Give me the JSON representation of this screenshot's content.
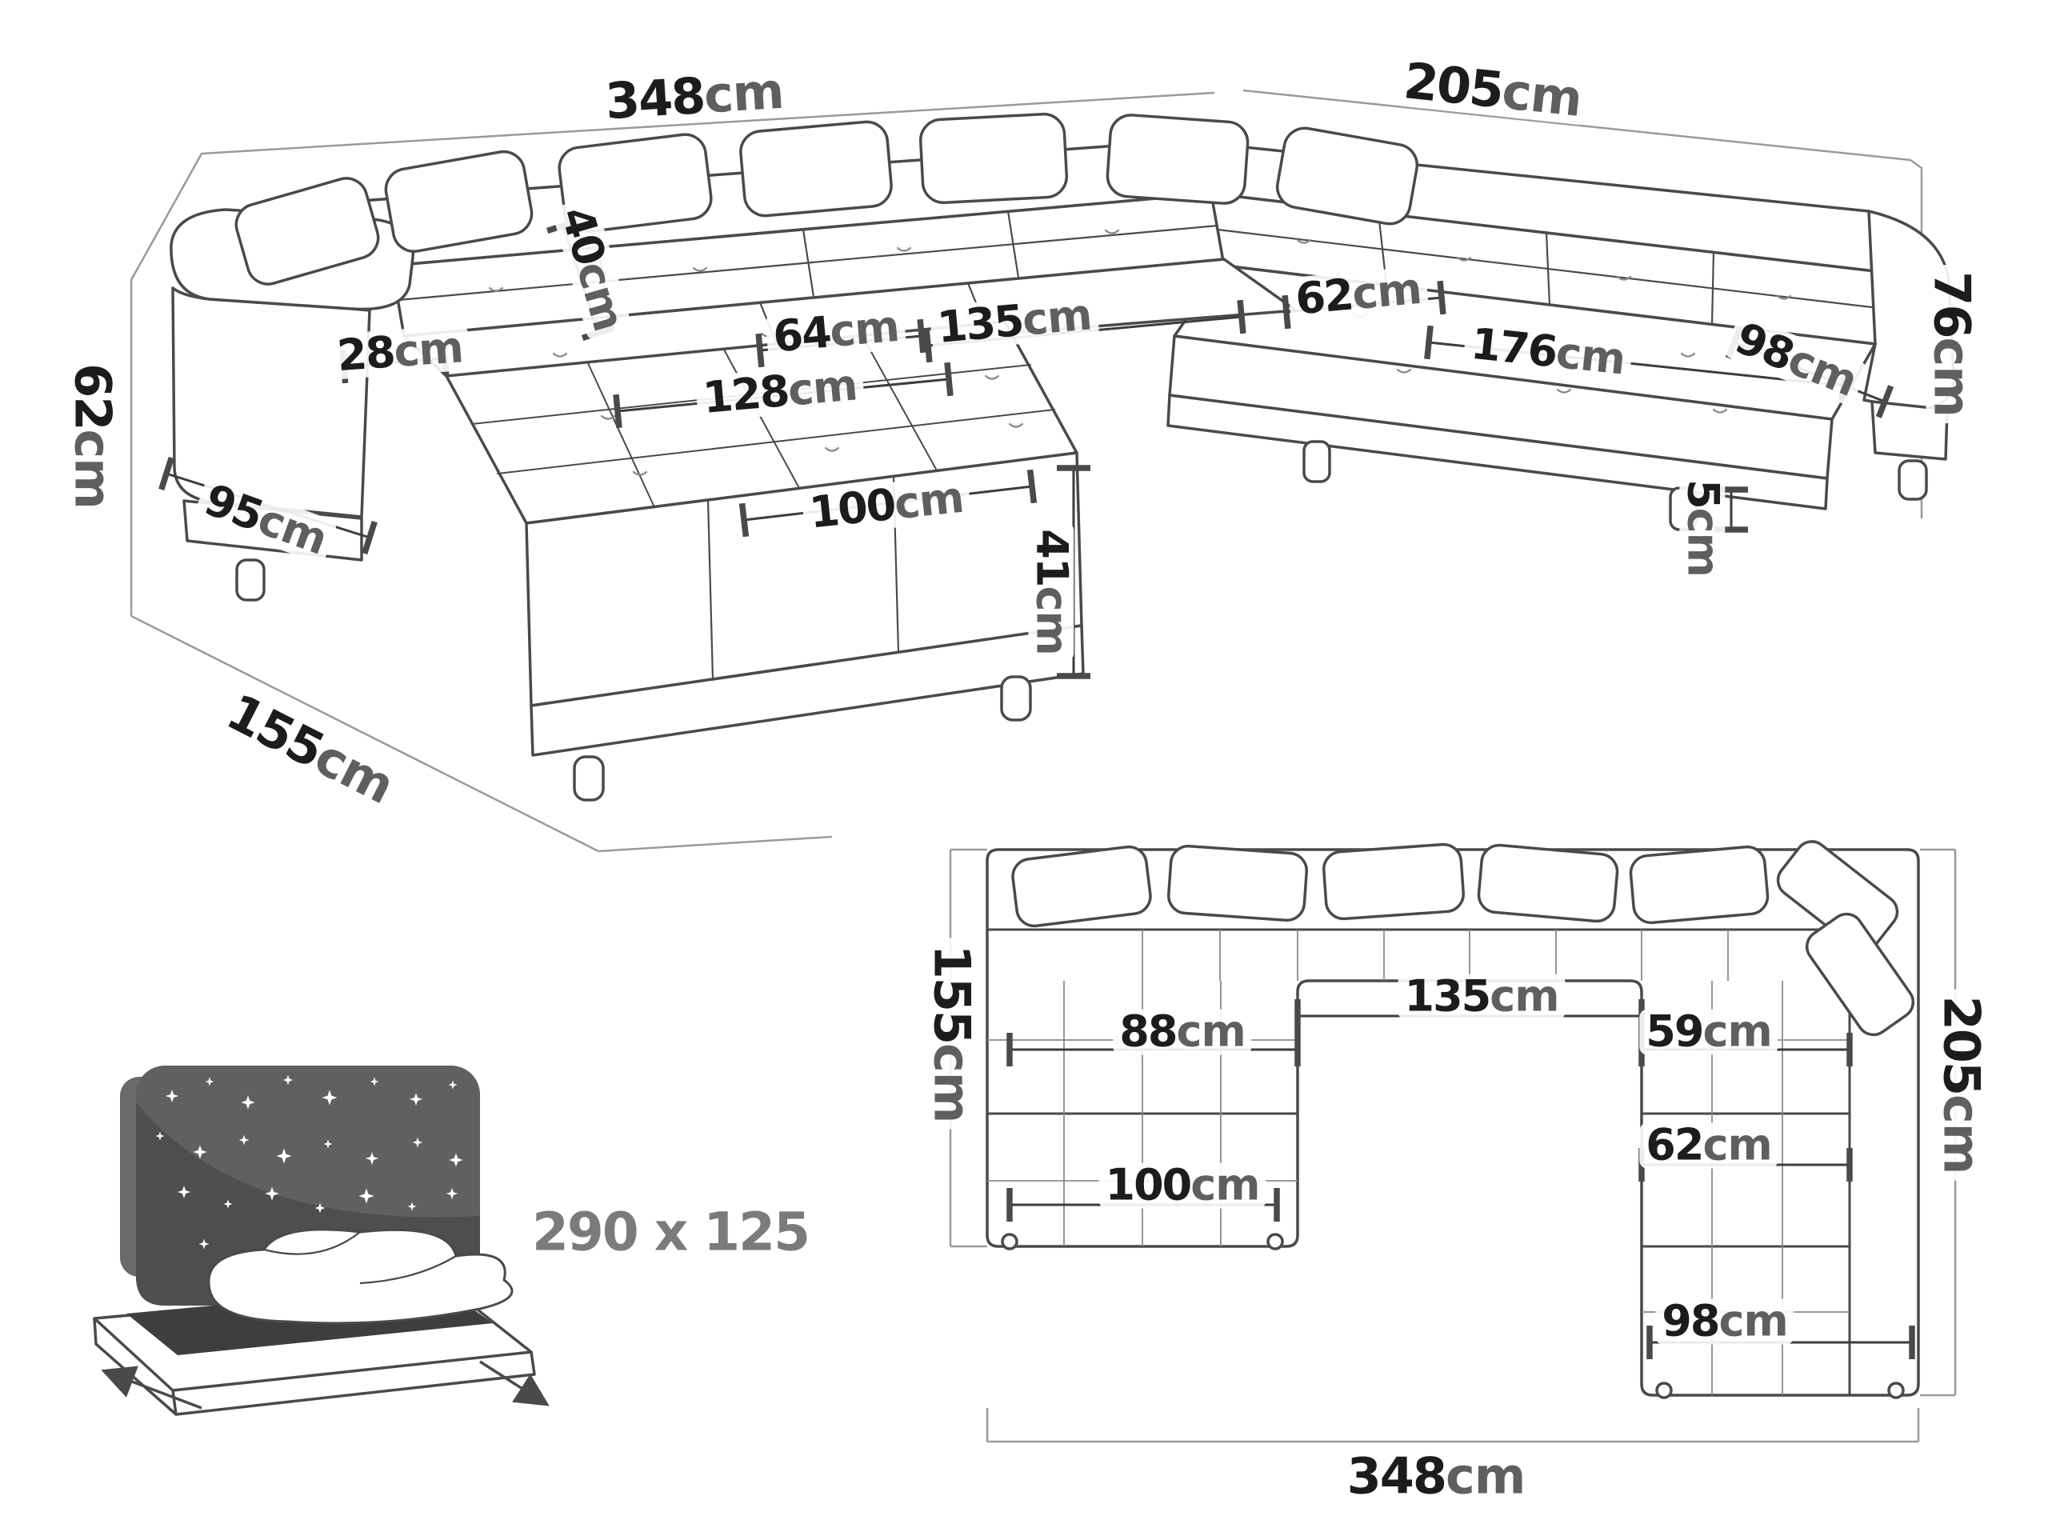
{
  "page": {
    "background": "#ffffff",
    "sofa_line_color": "#4a4a4a",
    "dim_guide_color": "#9a9a9a",
    "number_color": "#1c1c1c",
    "unit_color": "#5f5f5f",
    "headboard_color": "#5f5f5f"
  },
  "perspective_view": {
    "dims": {
      "back_width": {
        "value": "348",
        "unit": "cm"
      },
      "right_side_width": {
        "value": "205",
        "unit": "cm"
      },
      "overall_height": {
        "value": "76",
        "unit": "cm"
      },
      "backrest_cushion": {
        "value": "40",
        "unit": "cm"
      },
      "armrest_pad_width": {
        "value": "28",
        "unit": "cm"
      },
      "seat_depth": {
        "value": "64",
        "unit": "cm"
      },
      "middle_seat_width": {
        "value": "135",
        "unit": "cm"
      },
      "right_seat_depth": {
        "value": "62",
        "unit": "cm"
      },
      "right_seat_width": {
        "value": "176",
        "unit": "cm"
      },
      "right_end_panel": {
        "value": "98",
        "unit": "cm"
      },
      "chaise_seat_length": {
        "value": "128",
        "unit": "cm"
      },
      "chaise_width": {
        "value": "100",
        "unit": "cm"
      },
      "seat_height": {
        "value": "41",
        "unit": "cm"
      },
      "leg_height": {
        "value": "5",
        "unit": "cm"
      },
      "armrest_height": {
        "value": "62",
        "unit": "cm"
      },
      "armrest_length": {
        "value": "95",
        "unit": "cm"
      },
      "chaise_depth": {
        "value": "155",
        "unit": "cm"
      }
    }
  },
  "plan_view": {
    "dims": {
      "left_depth": {
        "value": "155",
        "unit": "cm"
      },
      "middle_seat_width": {
        "value": "135",
        "unit": "cm"
      },
      "left_seat_width": {
        "value": "88",
        "unit": "cm"
      },
      "right_seat_top_width": {
        "value": "59",
        "unit": "cm"
      },
      "right_depth": {
        "value": "205",
        "unit": "cm"
      },
      "right_seat_width": {
        "value": "62",
        "unit": "cm"
      },
      "chaise_width": {
        "value": "100",
        "unit": "cm"
      },
      "right_end_width": {
        "value": "98",
        "unit": "cm"
      },
      "total_width": {
        "value": "348",
        "unit": "cm"
      }
    }
  },
  "sleep_function": {
    "bed_size": "290 x 125"
  }
}
